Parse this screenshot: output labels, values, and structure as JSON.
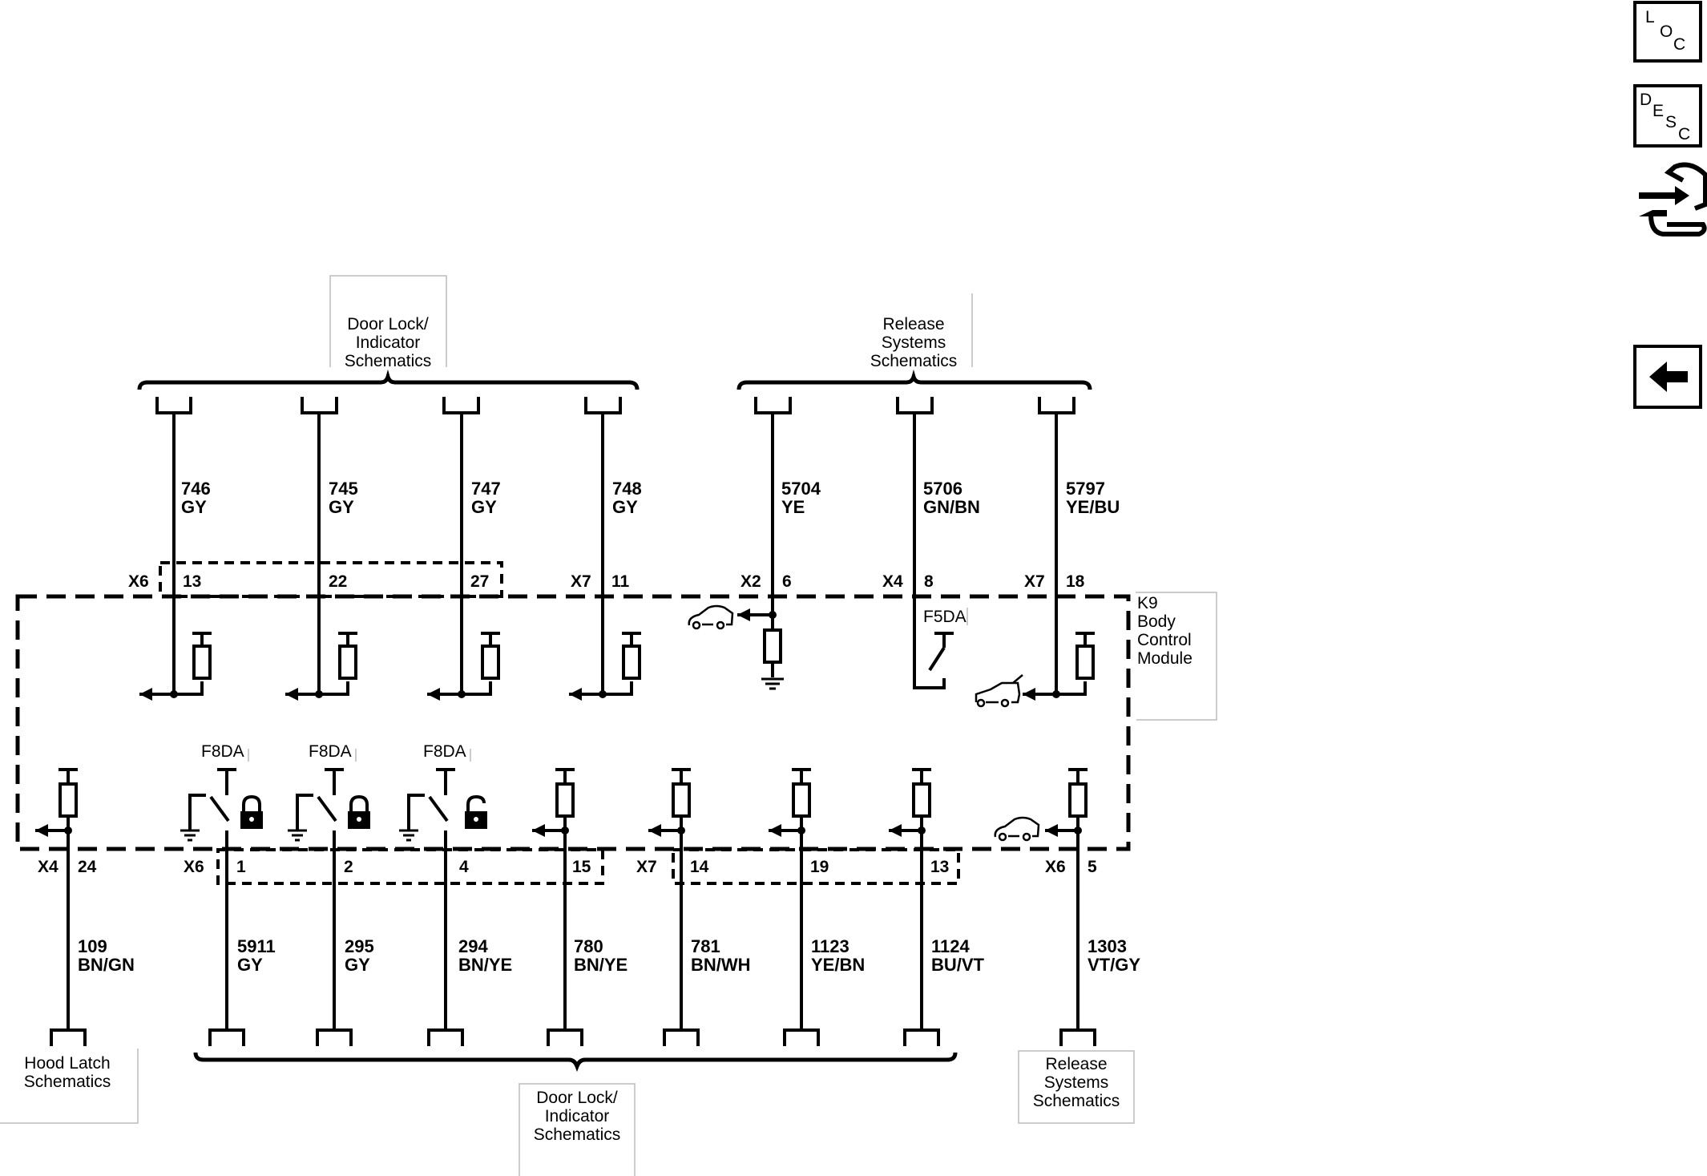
{
  "references": {
    "top_left": [
      "Door Lock/",
      "Indicator",
      "Schematics"
    ],
    "top_right": [
      "Release",
      "Systems",
      "Schematics"
    ],
    "bottom_left": [
      "Hood Latch",
      "Schematics"
    ],
    "bottom_center": [
      "Door Lock/",
      "Indicator",
      "Schematics"
    ],
    "bottom_right": [
      "Release",
      "Systems",
      "Schematics"
    ]
  },
  "module": {
    "lines": [
      "K9",
      "Body",
      "Control",
      "Module"
    ]
  },
  "side_buttons": {
    "loc": [
      "L",
      "O",
      "C"
    ],
    "desc": [
      "D",
      "E",
      "S",
      "C"
    ]
  },
  "top_wires": [
    {
      "circuit": "746",
      "color": "GY",
      "connector": "X6",
      "pin": "13"
    },
    {
      "circuit": "745",
      "color": "GY",
      "connector": "",
      "pin": "22"
    },
    {
      "circuit": "747",
      "color": "GY",
      "connector": "",
      "pin": "27"
    },
    {
      "circuit": "748",
      "color": "GY",
      "connector": "X7",
      "pin": "11"
    },
    {
      "circuit": "5704",
      "color": "YE",
      "connector": "X2",
      "pin": "6"
    },
    {
      "circuit": "5706",
      "color": "GN/BN",
      "connector": "X4",
      "pin": "8"
    },
    {
      "circuit": "5797",
      "color": "YE/BU",
      "connector": "X7",
      "pin": "18"
    }
  ],
  "bottom_wires": [
    {
      "circuit": "109",
      "color": "BN/GN",
      "connector": "X4",
      "pin": "24"
    },
    {
      "circuit": "5911",
      "color": "GY",
      "connector": "X6",
      "pin": "1"
    },
    {
      "circuit": "295",
      "color": "GY",
      "connector": "",
      "pin": "2"
    },
    {
      "circuit": "294",
      "color": "BN/YE",
      "connector": "",
      "pin": "4"
    },
    {
      "circuit": "780",
      "color": "BN/YE",
      "connector": "",
      "pin": "15"
    },
    {
      "circuit": "781",
      "color": "BN/WH",
      "connector": "X7",
      "pin": "14"
    },
    {
      "circuit": "1123",
      "color": "YE/BN",
      "connector": "",
      "pin": "19"
    },
    {
      "circuit": "1124",
      "color": "BU/VT",
      "connector": "",
      "pin": "13"
    },
    {
      "circuit": "1303",
      "color": "VT/GY",
      "connector": "X6",
      "pin": "5"
    }
  ],
  "internal_labels": {
    "f5da": "F5DA",
    "f8da": [
      "F8DA",
      "F8DA",
      "F8DA"
    ]
  }
}
